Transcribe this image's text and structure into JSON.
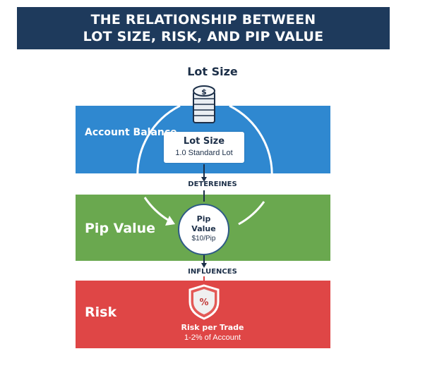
{
  "title": "THE RELATIONSHIP BETWEEN LOT SIZE, RISK, AND PIP VALUE",
  "top_label": "Lot Size",
  "coin_symbol": "$",
  "bands": {
    "account": {
      "label": "Account Balance",
      "color": "#2f88d0"
    },
    "pip": {
      "label": "Pip Value",
      "color": "#6aa84f"
    },
    "risk": {
      "label": "Risk",
      "color": "#df4646"
    }
  },
  "lot_box": {
    "title": "Lot Size",
    "subtitle": "1.0 Standard Lot"
  },
  "pip_circle": {
    "line1": "Pip",
    "line2": "Value",
    "line3": "$10/Pip"
  },
  "connectors": {
    "first": "DETEREINES",
    "second": "INFLUENCES"
  },
  "risk_caption": {
    "line1": "Risk per Trade",
    "line2": "1-2% of Account"
  },
  "shield_symbol": "%"
}
